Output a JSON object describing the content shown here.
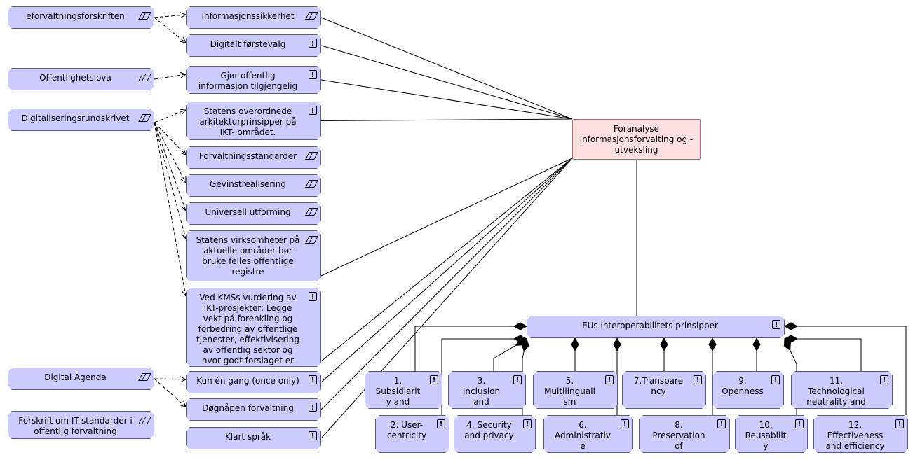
{
  "nodes": [
    {
      "id": "eforvaltningsforskriften",
      "label": "eforvaltningsforskriften",
      "icon": "goal-icon",
      "style": "blue"
    },
    {
      "id": "informasjonssikkerhet",
      "label": "Informasjonssikkerhet",
      "icon": "goal-icon",
      "style": "blue"
    },
    {
      "id": "digitalt-forstevalg",
      "label": "Digitalt førstevalg",
      "icon": "principle-icon",
      "style": "blue"
    },
    {
      "id": "offentlighetslova",
      "label": "Offentlighetslova",
      "icon": "goal-icon",
      "style": "blue"
    },
    {
      "id": "gjor-offentlig",
      "label": "Gjør offentlig\ninformasjon tilgjengelig",
      "icon": "principle-icon",
      "style": "blue"
    },
    {
      "id": "digitaliseringsrundskrivet",
      "label": "Digitaliseringsrundskrivet",
      "icon": "goal-icon",
      "style": "blue"
    },
    {
      "id": "statens-overordnede",
      "label": "Statens overordnede\narkitekturprinsipper på\nIKT- området.",
      "icon": "principle-icon",
      "style": "blue"
    },
    {
      "id": "forvaltningsstandarder",
      "label": "Forvaltningsstandarder",
      "icon": "goal-icon",
      "style": "blue"
    },
    {
      "id": "gevinstrealisering",
      "label": "Gevinstrealisering",
      "icon": "goal-icon",
      "style": "blue"
    },
    {
      "id": "universell-utforming",
      "label": "Universell utforming",
      "icon": "goal-icon",
      "style": "blue"
    },
    {
      "id": "statens-virksomheter",
      "label": "Statens virksomheter på\naktuelle områder bør\nbruke felles offentlige\nregistre",
      "icon": "goal-icon",
      "style": "blue"
    },
    {
      "id": "ved-kms",
      "label": "Ved KMSs vurdering av\nIKT-prosjekter: Legge\nvekt på forenkling og\nforbedring av offentlige\ntjenester, effektivisering\nav offentlig sektor og\nhvor godt forslaget er",
      "icon": "principle-icon",
      "style": "blue"
    },
    {
      "id": "digital-agenda",
      "label": "Digital Agenda",
      "icon": "goal-icon",
      "style": "blue"
    },
    {
      "id": "kun-en-gang",
      "label": "Kun én gang (once only)",
      "icon": "principle-icon",
      "style": "blue"
    },
    {
      "id": "dognapen",
      "label": "Døgnåpen forvaltning",
      "icon": "principle-icon",
      "style": "blue"
    },
    {
      "id": "forskrift-it",
      "label": "Forskrift om IT-standarder i\noffentlig forvaltning",
      "icon": "goal-icon",
      "style": "blue"
    },
    {
      "id": "klart-sprak",
      "label": "Klart språk",
      "icon": "principle-icon",
      "style": "blue"
    },
    {
      "id": "foranalyse",
      "label": "Foranalyse\ninformasjonsforvalting og -\nutveksling",
      "icon": "",
      "style": "pink"
    },
    {
      "id": "eus-interop",
      "label": "EUs interoperabilitets prinsipper",
      "icon": "principle-icon",
      "style": "blue"
    },
    {
      "id": "p1",
      "label": "1.\nSubsidiarit\ny and",
      "icon": "principle-icon",
      "style": "blue"
    },
    {
      "id": "p3",
      "label": "3.\nInclusion\nand",
      "icon": "principle-icon",
      "style": "blue"
    },
    {
      "id": "p5",
      "label": "5.\nMultilinguali\nsm",
      "icon": "principle-icon",
      "style": "blue"
    },
    {
      "id": "p7",
      "label": "7.Transpare\nncy",
      "icon": "principle-icon",
      "style": "blue"
    },
    {
      "id": "p9",
      "label": "9.\nOpenness",
      "icon": "principle-icon",
      "style": "blue"
    },
    {
      "id": "p11",
      "label": "11.\nTechnological\nneutrality and",
      "icon": "principle-icon",
      "style": "blue"
    },
    {
      "id": "p2",
      "label": "2. User-\ncentricity",
      "icon": "principle-icon",
      "style": "blue"
    },
    {
      "id": "p4",
      "label": "4. Security\nand privacy",
      "icon": "principle-icon",
      "style": "blue"
    },
    {
      "id": "p6",
      "label": "6.\nAdministrativ\ne",
      "icon": "principle-icon",
      "style": "blue"
    },
    {
      "id": "p8",
      "label": "8.\nPreservation\nof",
      "icon": "principle-icon",
      "style": "blue"
    },
    {
      "id": "p10",
      "label": "10.\nReusabilit\ny",
      "icon": "principle-icon",
      "style": "blue"
    },
    {
      "id": "p12",
      "label": "12.\nEffectiveness\nand efficiency",
      "icon": "principle-icon",
      "style": "blue"
    }
  ],
  "edges": [
    {
      "from": "eforvaltningsforskriften",
      "to": "informasjonssikkerhet",
      "type": "influence"
    },
    {
      "from": "eforvaltningsforskriften",
      "to": "digitalt-forstevalg",
      "type": "influence"
    },
    {
      "from": "offentlighetslova",
      "to": "gjor-offentlig",
      "type": "influence"
    },
    {
      "from": "digitaliseringsrundskrivet",
      "to": "statens-overordnede",
      "type": "influence"
    },
    {
      "from": "digitaliseringsrundskrivet",
      "to": "forvaltningsstandarder",
      "type": "influence"
    },
    {
      "from": "digitaliseringsrundskrivet",
      "to": "gevinstrealisering",
      "type": "influence"
    },
    {
      "from": "digitaliseringsrundskrivet",
      "to": "universell-utforming",
      "type": "influence"
    },
    {
      "from": "digitaliseringsrundskrivet",
      "to": "statens-virksomheter",
      "type": "influence"
    },
    {
      "from": "digitaliseringsrundskrivet",
      "to": "ved-kms",
      "type": "influence"
    },
    {
      "from": "digital-agenda",
      "to": "kun-en-gang",
      "type": "influence"
    },
    {
      "from": "digital-agenda",
      "to": "dognapen",
      "type": "influence"
    },
    {
      "from": "informasjonssikkerhet",
      "to": "foranalyse",
      "type": "association"
    },
    {
      "from": "digitalt-forstevalg",
      "to": "foranalyse",
      "type": "association"
    },
    {
      "from": "gjor-offentlig",
      "to": "foranalyse",
      "type": "association"
    },
    {
      "from": "statens-overordnede",
      "to": "foranalyse",
      "type": "association"
    },
    {
      "from": "statens-virksomheter",
      "to": "foranalyse",
      "type": "association"
    },
    {
      "from": "ved-kms",
      "to": "foranalyse",
      "type": "association"
    },
    {
      "from": "kun-en-gang",
      "to": "foranalyse",
      "type": "association"
    },
    {
      "from": "dognapen",
      "to": "foranalyse",
      "type": "association"
    },
    {
      "from": "klart-sprak",
      "to": "foranalyse",
      "type": "association"
    },
    {
      "from": "eus-interop",
      "to": "foranalyse",
      "type": "association"
    },
    {
      "from": "p1",
      "to": "eus-interop",
      "type": "composition"
    },
    {
      "from": "p2",
      "to": "eus-interop",
      "type": "composition"
    },
    {
      "from": "p3",
      "to": "eus-interop",
      "type": "composition"
    },
    {
      "from": "p4",
      "to": "eus-interop",
      "type": "composition"
    },
    {
      "from": "p5",
      "to": "eus-interop",
      "type": "composition"
    },
    {
      "from": "p6",
      "to": "eus-interop",
      "type": "composition"
    },
    {
      "from": "p7",
      "to": "eus-interop",
      "type": "composition"
    },
    {
      "from": "p8",
      "to": "eus-interop",
      "type": "composition"
    },
    {
      "from": "p9",
      "to": "eus-interop",
      "type": "composition"
    },
    {
      "from": "p10",
      "to": "eus-interop",
      "type": "composition"
    },
    {
      "from": "p11",
      "to": "eus-interop",
      "type": "composition"
    },
    {
      "from": "p12",
      "to": "eus-interop",
      "type": "composition"
    }
  ]
}
